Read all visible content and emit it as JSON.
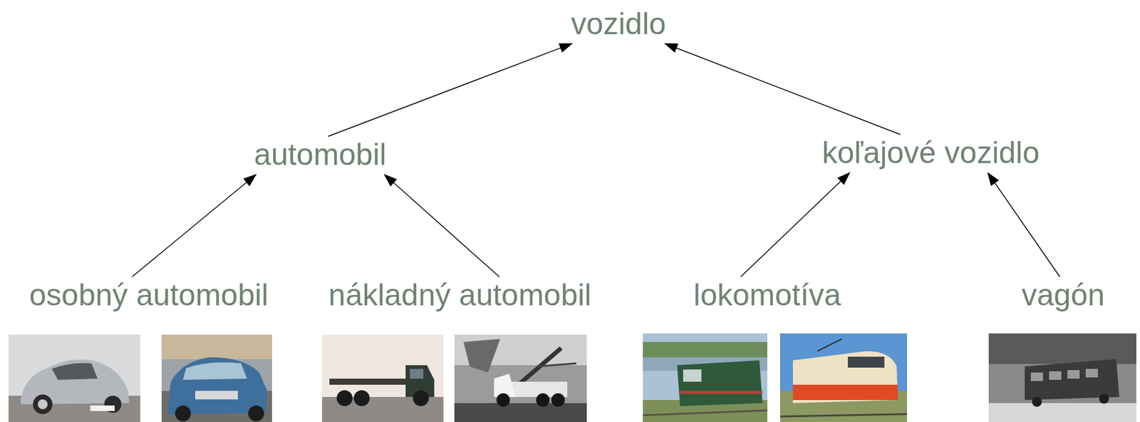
{
  "diagram": {
    "nodes": [
      {
        "text": [
          "vozidlo"
        ]
      },
      {
        "text": [
          "automobil"
        ]
      },
      {
        "text": [
          "koľajové vozidlo"
        ]
      },
      {
        "text": [
          "osobný automobil"
        ]
      },
      {
        "text": [
          "nákladný automobil"
        ]
      },
      {
        "text": [
          "lokomotíva"
        ]
      },
      {
        "text": [
          "vagón"
        ]
      }
    ],
    "edges": [
      {
        "from": 1,
        "to": 0,
        "arrow": "to"
      },
      {
        "from": 2,
        "to": 0,
        "arrow": "to"
      },
      {
        "from": 3,
        "to": 1,
        "arrow": "to"
      },
      {
        "from": 4,
        "to": 1,
        "arrow": "to"
      },
      {
        "from": 5,
        "to": 2,
        "arrow": "to"
      },
      {
        "from": 6,
        "to": 2,
        "arrow": "to"
      }
    ]
  }
}
